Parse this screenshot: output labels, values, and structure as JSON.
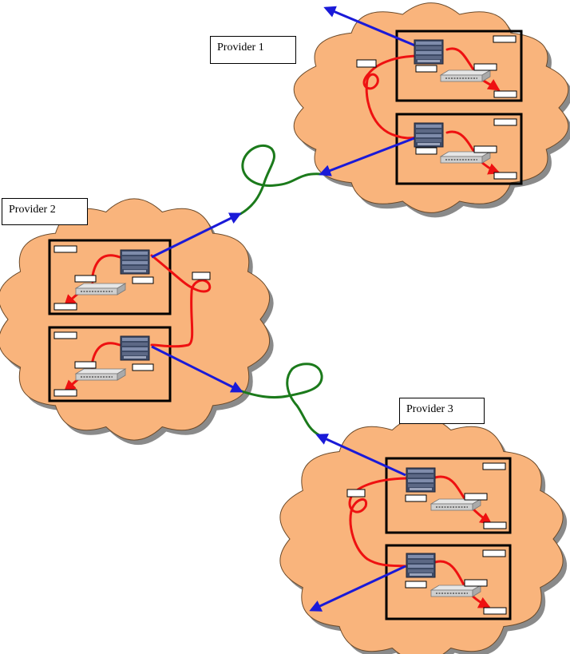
{
  "providers": [
    {
      "name": "Provider 1"
    },
    {
      "name": "Provider 2"
    },
    {
      "name": "Provider 3"
    }
  ],
  "colors": {
    "cloud_fill": "#f9b47c",
    "cloud_shadow": "#8a8a8a",
    "intra_link": "#ee1111",
    "inter_link": "#1a1ad8",
    "peering_cable": "#1b7a1b",
    "site_border": "#000000"
  },
  "icons": [
    "router-chassis-icon",
    "switch-icon"
  ]
}
